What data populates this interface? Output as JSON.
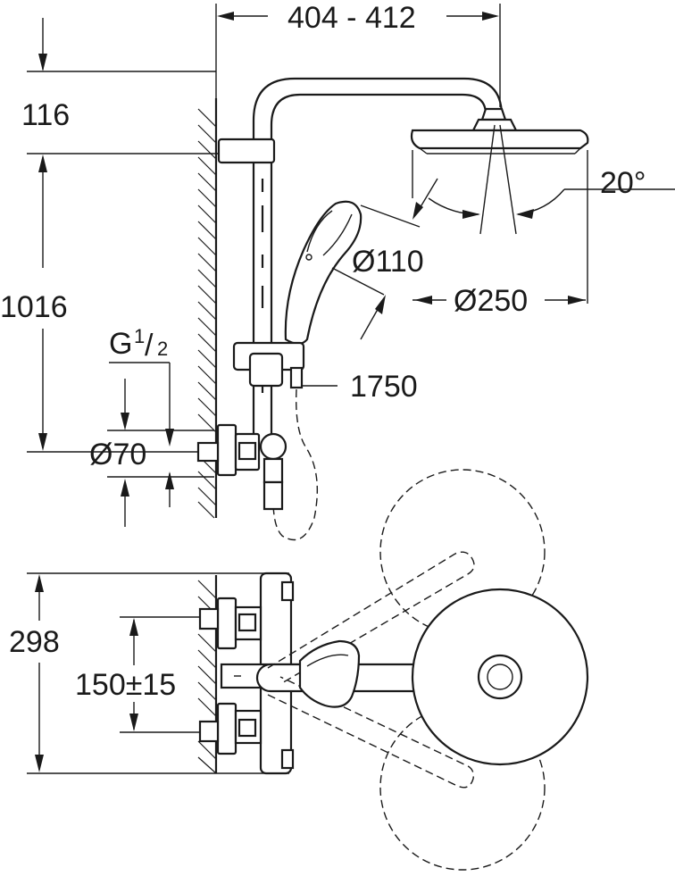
{
  "dimensions": {
    "arm_reach": "404 - 412",
    "top_offset": "116",
    "rail_height": "1016",
    "thread_g": "G",
    "thread_num": "1",
    "thread_den": "2",
    "rosette_diameter": "Ø70",
    "handshower_diameter": "Ø110",
    "hose_length": "1750",
    "tilt_angle": "20°",
    "headshower_diameter": "Ø250",
    "mixer_width": "298",
    "inlet_spacing": "150±15"
  }
}
